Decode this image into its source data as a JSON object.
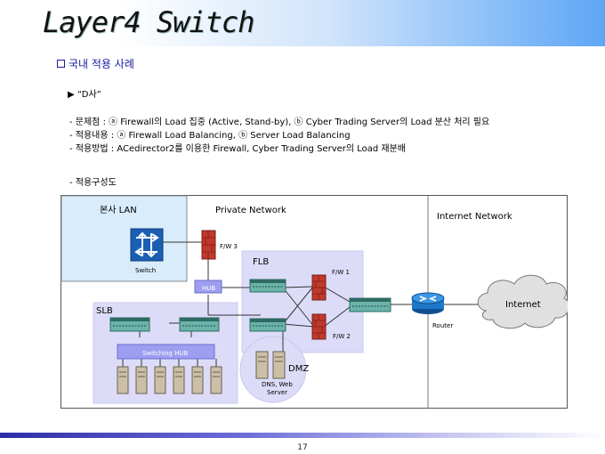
{
  "title": "Layer4 Switch",
  "subtitle": "국내 적용 사례",
  "case_label": "▶ “D사”",
  "lines": [
    "- 문제점 : ⓐ Firewall의 Load 집중 (Active, Stand-by), ⓑ Cyber Trading Server의 Load 분산 처리 필요",
    "- 적용내용 : ⓐ Firewall Load Balancing, ⓑ Server Load Balancing",
    "- 적용방법 : ACedirector2를 이용한 Firewall, Cyber Trading Server의 Load 재분배"
  ],
  "config_label": "- 적용구성도",
  "diagram": {
    "zone_lan": "본사 LAN",
    "zone_private": "Private Network",
    "zone_internet": "Internet Network",
    "switch_label": "Switch",
    "fw3_label": "F/W 3",
    "fw1_label": "F/W 1",
    "fw2_label": "F/W 2",
    "flb_label": "FLB",
    "slb_label": "SLB",
    "hub_label": "HUB",
    "switching_hub_label": "Switching HUB",
    "dmz_label": "DMZ",
    "dns_label_1": "DNS, Web",
    "dns_label_2": "Server",
    "router_label": "Router",
    "internet_label": "Internet"
  },
  "page_number": "17",
  "colors": {
    "lan_fill": "#d9ecfb",
    "region_fill": "#dcdcf8",
    "hub_fill": "#9d9ef0",
    "firewall": "#c0392b",
    "router": "#1f77c9"
  }
}
